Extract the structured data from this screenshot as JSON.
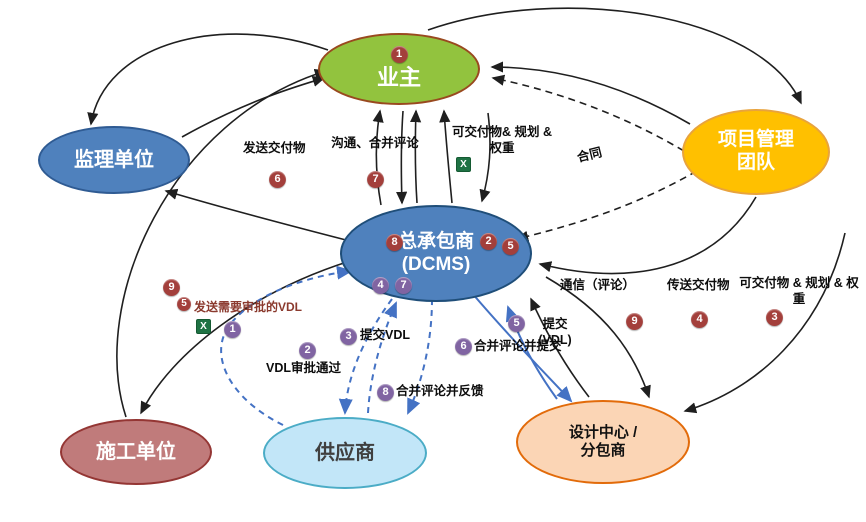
{
  "nodes": {
    "owner": {
      "label": "业主",
      "badge": "1"
    },
    "supervision": {
      "label": "监理单位"
    },
    "pm_team": {
      "line1": "项目管理",
      "line2": "团队"
    },
    "contractor": {
      "line1": "总承包商",
      "line2": "(DCMS)",
      "badge_8": "8",
      "badge_2": "2",
      "badge_5": "5",
      "badge_4": "4",
      "badge_7": "7"
    },
    "construction": {
      "label": "施工单位"
    },
    "supplier": {
      "label": "供应商"
    },
    "design_center": {
      "line1": "设计中心 /",
      "line2": "分包商"
    }
  },
  "labels": {
    "send_deliverables": {
      "text": "发送交付物",
      "badge": "6"
    },
    "communicate_merge_comments": {
      "text": "沟通、合并评论",
      "badge": "7"
    },
    "deliverables_plan_weight_top": {
      "text": "可交付物& 规划 & 权重"
    },
    "contract": {
      "text": "合同"
    },
    "communication_comments": {
      "text": "通信（评论）",
      "badge": "9"
    },
    "transmit_deliverables": {
      "text": "传送交付物",
      "badge": "4"
    },
    "deliverables_plan_weight_right": {
      "text": "可交付物 & 规划 & 权重",
      "badge": "3"
    },
    "send_vdl_for_approval": {
      "text": "发送需要审批的VDL",
      "badge": "1"
    },
    "vdl_approved": {
      "text": "VDL审批通过",
      "badge": "2"
    },
    "submit_vdl": {
      "text": "提交VDL",
      "badge": "3"
    },
    "merge_comments_submit": {
      "text": "合并评论并提交",
      "badge": "6"
    },
    "submit_vdl_right": {
      "text": "提交 (VDL)",
      "badge": "5"
    },
    "merge_comments_feedback": {
      "text": "合并评论并反馈",
      "badge": "8"
    },
    "left_badge_9": {
      "badge": "9"
    },
    "left_badge_5": {
      "badge": "5"
    }
  },
  "icons": {
    "excel_glyph": "X"
  },
  "colors": {
    "owner_fill": "#92C33E",
    "owner_border": "#99491F",
    "supervision_fill": "#4F81BD",
    "supervision_border": "#2F5B93",
    "pm_team_fill": "#FFC000",
    "pm_team_border": "#E8A33D",
    "contractor_fill": "#4F81BD",
    "contractor_border": "#1F4E79",
    "construction_fill": "#C07B7B",
    "construction_border": "#943634",
    "supplier_fill": "#C2E6F8",
    "supplier_border": "#4BACC6",
    "design_center_fill": "#FBD5B5",
    "design_center_border": "#E26B0A",
    "badge_red": "#A33F3B",
    "badge_purple": "#8064A2",
    "arrow_black": "#1F1F1F",
    "arrow_blue": "#4472C4"
  }
}
